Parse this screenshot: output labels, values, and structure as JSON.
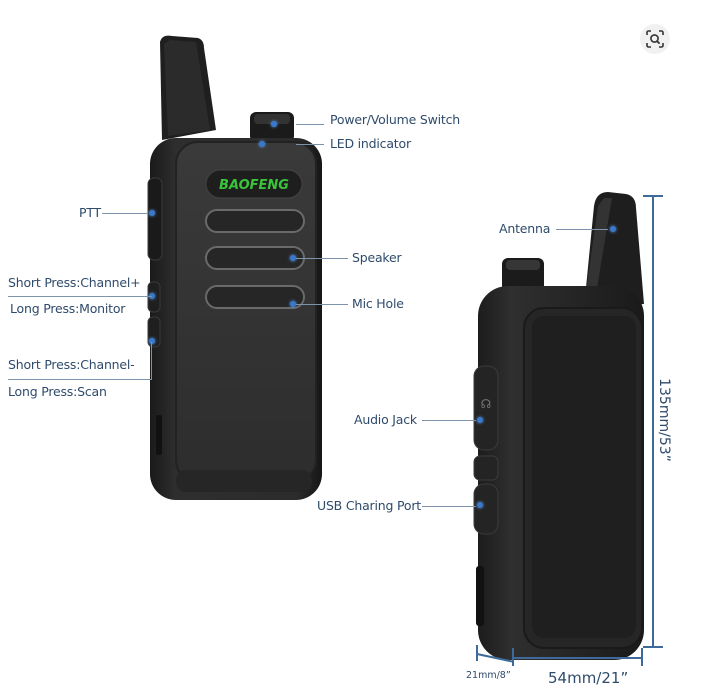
{
  "toolbar": {
    "zoom_icon": "visual-search-icon"
  },
  "product": {
    "brand_logo": "BAOFENG",
    "brand_color": "#39c43a",
    "body_color": "#2a2a2a",
    "accent_color": "#2f4b6b",
    "dot_color": "#3a78c9"
  },
  "front_view": {
    "labels": {
      "power_volume": "Power/Volume Switch",
      "led": "LED indicator",
      "ptt": "PTT",
      "speaker": "Speaker",
      "mic": "Mic Hole",
      "ch_plus_short": "Short Press:Channel+",
      "ch_plus_long": "Long Press:Monitor",
      "ch_minus_short": "Short Press:Channel-",
      "ch_minus_long": "Long Press:Scan"
    }
  },
  "side_view": {
    "labels": {
      "antenna": "Antenna",
      "audio_jack": "Audio Jack",
      "usb_port": "USB Charing Port"
    },
    "dimensions": {
      "height": "135mm/53”",
      "width": "54mm/21”",
      "depth": "21mm/8”"
    }
  }
}
